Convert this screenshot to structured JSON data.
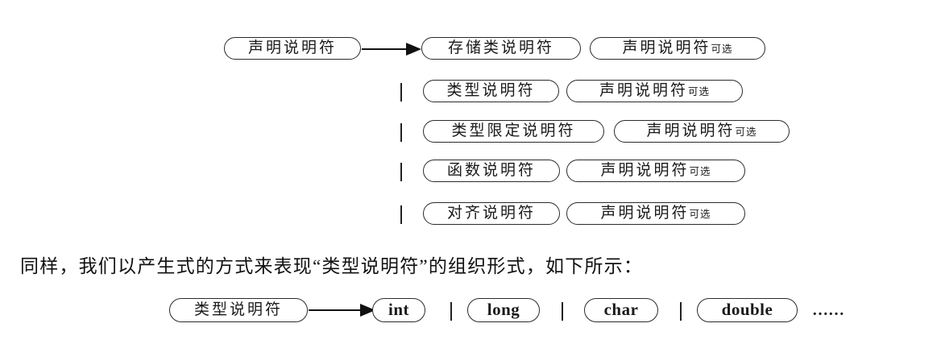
{
  "figure1": {
    "lhs": "声明说明符",
    "rows": [
      {
        "sep": "",
        "box1": "存储类说明符",
        "box2": "声明说明符",
        "box2_suffix": "可选"
      },
      {
        "sep": "|",
        "box1": "类型说明符",
        "box2": "声明说明符",
        "box2_suffix": "可选"
      },
      {
        "sep": "|",
        "box1": "类型限定说明符",
        "box2": "声明说明符",
        "box2_suffix": "可选"
      },
      {
        "sep": "|",
        "box1": "函数说明符",
        "box2": "声明说明符",
        "box2_suffix": "可选"
      },
      {
        "sep": "|",
        "box1": "对齐说明符",
        "box2": "声明说明符",
        "box2_suffix": "可选"
      }
    ]
  },
  "paragraph": "同样，我们以产生式的方式来表现“类型说明符”的组织形式，如下所示：",
  "figure2": {
    "lhs": "类型说明符",
    "separator": "|",
    "alternatives": [
      "int",
      "long",
      "char",
      "double"
    ],
    "ellipsis": "……"
  },
  "colors": {
    "ink": "#1a1a1a",
    "background": "#ffffff"
  }
}
